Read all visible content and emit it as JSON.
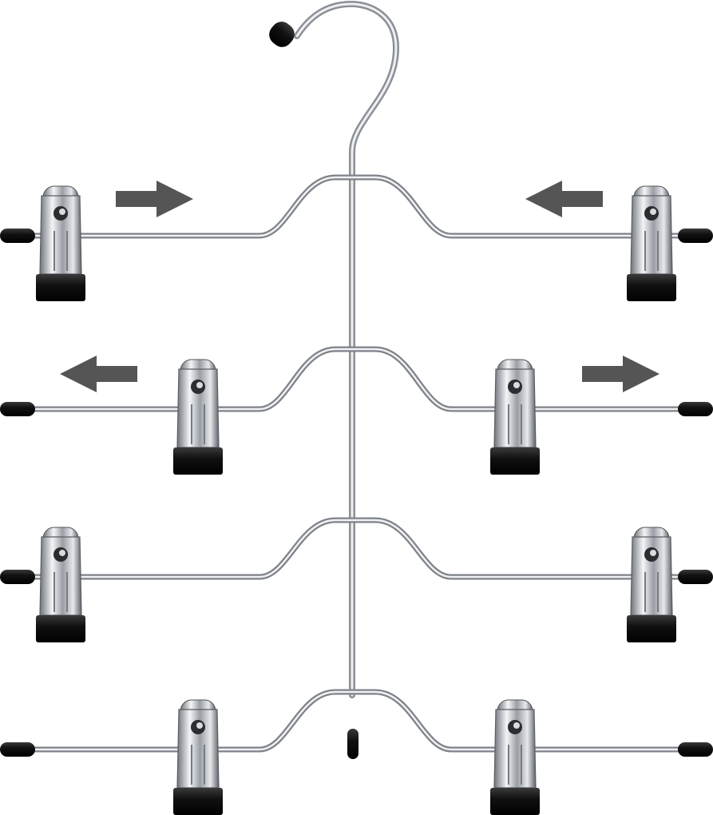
{
  "product": {
    "name": "multi-tier-clip-hanger",
    "tier_count": 4,
    "clips_per_tier": 2,
    "colors": {
      "chrome": "#c9ccd1",
      "chrome_highlight": "#f4f5f7",
      "chrome_shadow": "#6f737a",
      "rubber": "#111111",
      "arrow": "#555555",
      "background": "#ffffff"
    }
  },
  "tiers": [
    {
      "id": "tier-1",
      "arrows": [
        "inward-left",
        "inward-right"
      ]
    },
    {
      "id": "tier-2",
      "arrows": [
        "outward-left",
        "outward-right"
      ]
    },
    {
      "id": "tier-3",
      "arrows": []
    },
    {
      "id": "tier-4",
      "arrows": []
    }
  ],
  "arrow_icons": [
    {
      "name": "arrow-right-icon",
      "direction": "right"
    },
    {
      "name": "arrow-left-icon",
      "direction": "left"
    },
    {
      "name": "arrow-left-icon",
      "direction": "left"
    },
    {
      "name": "arrow-right-icon",
      "direction": "right"
    }
  ]
}
